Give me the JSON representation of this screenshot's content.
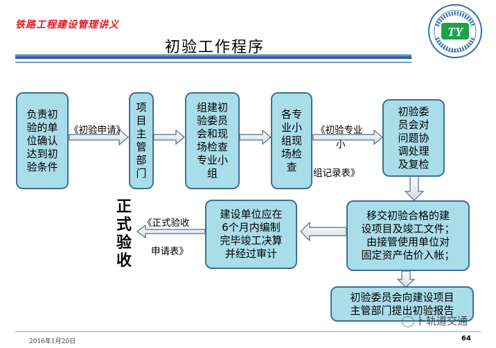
{
  "header": {
    "title": "铁路工程建设管理讲义"
  },
  "page_title": "初验工作程序",
  "logo": {
    "icon": "railway-institute-logo",
    "text_mark": "TY"
  },
  "boxes": {
    "b1": [
      "负责初",
      "验的单",
      "位确认",
      "达到初",
      "验条件"
    ],
    "b2": [
      "项",
      "目",
      "主",
      "管",
      "部",
      "门"
    ],
    "b3": [
      "组建初",
      "验委员",
      "会和现",
      "场检查",
      "专业小",
      "组"
    ],
    "b4": [
      "各专",
      "业小",
      "组现",
      "场检",
      "查"
    ],
    "b5": [
      "初验委",
      "员会对",
      "问题协",
      "调处理",
      "及复检"
    ],
    "b6": [
      "移交初验合格的建",
      "设项目及竣工文件；",
      "由接管使用单位对",
      "固定资产估价入帐；"
    ],
    "b7": [
      "建设单位应在",
      "6个月内编制",
      "完毕竣工决算",
      "并经过审计"
    ],
    "b8": [
      "初验委员会向建设项目",
      "主管部门提出初验报告"
    ]
  },
  "labels": {
    "apply": "《初验申请》",
    "group_record_1": "《初验专业",
    "group_record_2": "小",
    "group_record_3": "组记录表》",
    "formal_form_1": "《正式验收",
    "formal_form_2": "申请表》"
  },
  "final": [
    "正",
    "式",
    "验",
    "收"
  ],
  "footer": {
    "date": "2016年1月20日",
    "page": "64",
    "watermark": "卜轨道交通"
  },
  "colors": {
    "box_fill": "#a9dde9",
    "box_border": "#3f6f91",
    "header_red": "#e8161d",
    "rule_blue": "#3a6fb1"
  }
}
